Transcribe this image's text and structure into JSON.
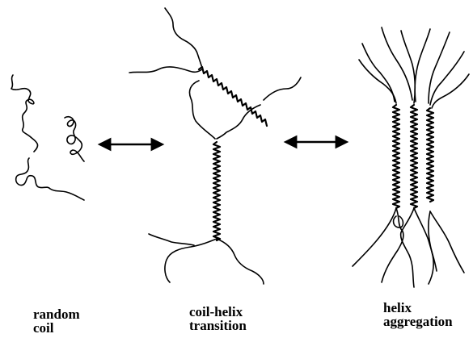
{
  "captions": {
    "random_coil": [
      "random",
      "coil"
    ],
    "coil_helix_transition": [
      "coil-helix",
      "transition"
    ],
    "helix_aggregation": [
      "helix",
      "aggregation"
    ]
  },
  "stages": [
    "random-coil",
    "coil-helix-transition",
    "helix-aggregation"
  ],
  "arrows": [
    "bidirectional",
    "bidirectional"
  ],
  "colors": {
    "ink": "#000000",
    "background": "#ffffff"
  }
}
